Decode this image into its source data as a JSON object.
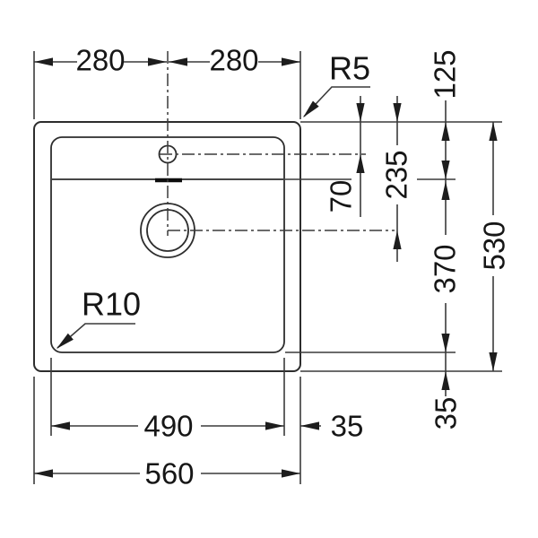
{
  "drawing": {
    "type": "technical-dimension-drawing",
    "subject": "top-view sink cutout / installation drawing",
    "units_shown": "none (bare numbers, mm implied)"
  },
  "colors": {
    "background": "#ffffff",
    "object_line": "#2d2d2d",
    "dimension_line": "#3a3a3a",
    "text": "#161616",
    "overflow_mark": "#0d0d0d"
  },
  "labels": {
    "top_width_left": "280",
    "top_width_right": "280",
    "outer_corner_radius": "R5",
    "edge_to_tap_center": "70",
    "edge_to_bowl_top": "125",
    "edge_to_drain_center": "235",
    "bowl_length": "370",
    "overall_depth": "530",
    "bowl_bottom_margin": "35",
    "bowl_corner_radius": "R10",
    "bowl_width": "490",
    "bowl_side_margin": "35",
    "overall_width": "560"
  }
}
